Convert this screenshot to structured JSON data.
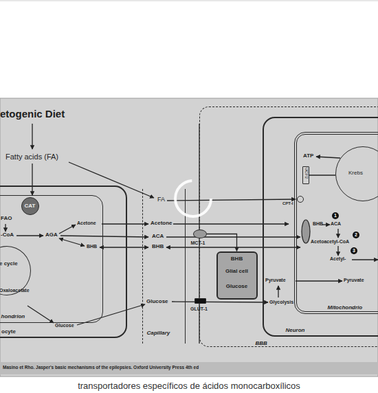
{
  "diagram": {
    "title": "etogenic Diet",
    "caption": "transportadores específicos de ácidos monocarboxílicos",
    "nodes": [
      {
        "text": [
          "ocyte"
        ]
      },
      {
        "text": [
          "hondrion"
        ],
        "in": 0
      },
      {
        "text": [
          "CAT"
        ],
        "in": 0
      },
      {
        "text": [
          "e cycle",
          "Oxaloacetate"
        ],
        "in": 1
      },
      {
        "text": [
          "Capillary"
        ]
      },
      {
        "text": [
          "BBB"
        ]
      },
      {
        "text": [
          "BHB",
          "Glial cell",
          "Glucose"
        ],
        "in": 5
      },
      {
        "text": [
          "Neuron"
        ],
        "in": 5
      },
      {
        "text": [
          "Mitochondrio"
        ],
        "in": 7
      },
      {
        "text": [
          "Krebs"
        ],
        "in": 8
      },
      {
        "text": [
          "MCT-1"
        ]
      },
      {
        "text": [
          "GLUT-1"
        ]
      },
      {
        "text": [
          "UCP2"
        ],
        "in": 8
      },
      {
        "text": [
          "CPT-I"
        ],
        "in": 8
      }
    ],
    "edges": [
      {
        "from": 10,
        "to": 6,
        "arrow": "to"
      }
    ],
    "labels": [
      "Fatty acids (FA)",
      "FAO",
      "-CoA",
      "AGA",
      "Acetone",
      "BHB",
      "Glucose",
      "FA",
      "Acetone",
      "ACA",
      "BHB",
      "Glucose",
      "ATP",
      "BHB",
      "ACA",
      "1",
      "Acetoacetyl-CoA",
      "2",
      "Acetyl-",
      "3",
      "Pyruvate",
      "Pyruvate",
      "Glycolysis",
      "Masino et Rho. Jasper's basic mechanisms of the epilepsies. Oxford University Press 4th ed"
    ]
  }
}
